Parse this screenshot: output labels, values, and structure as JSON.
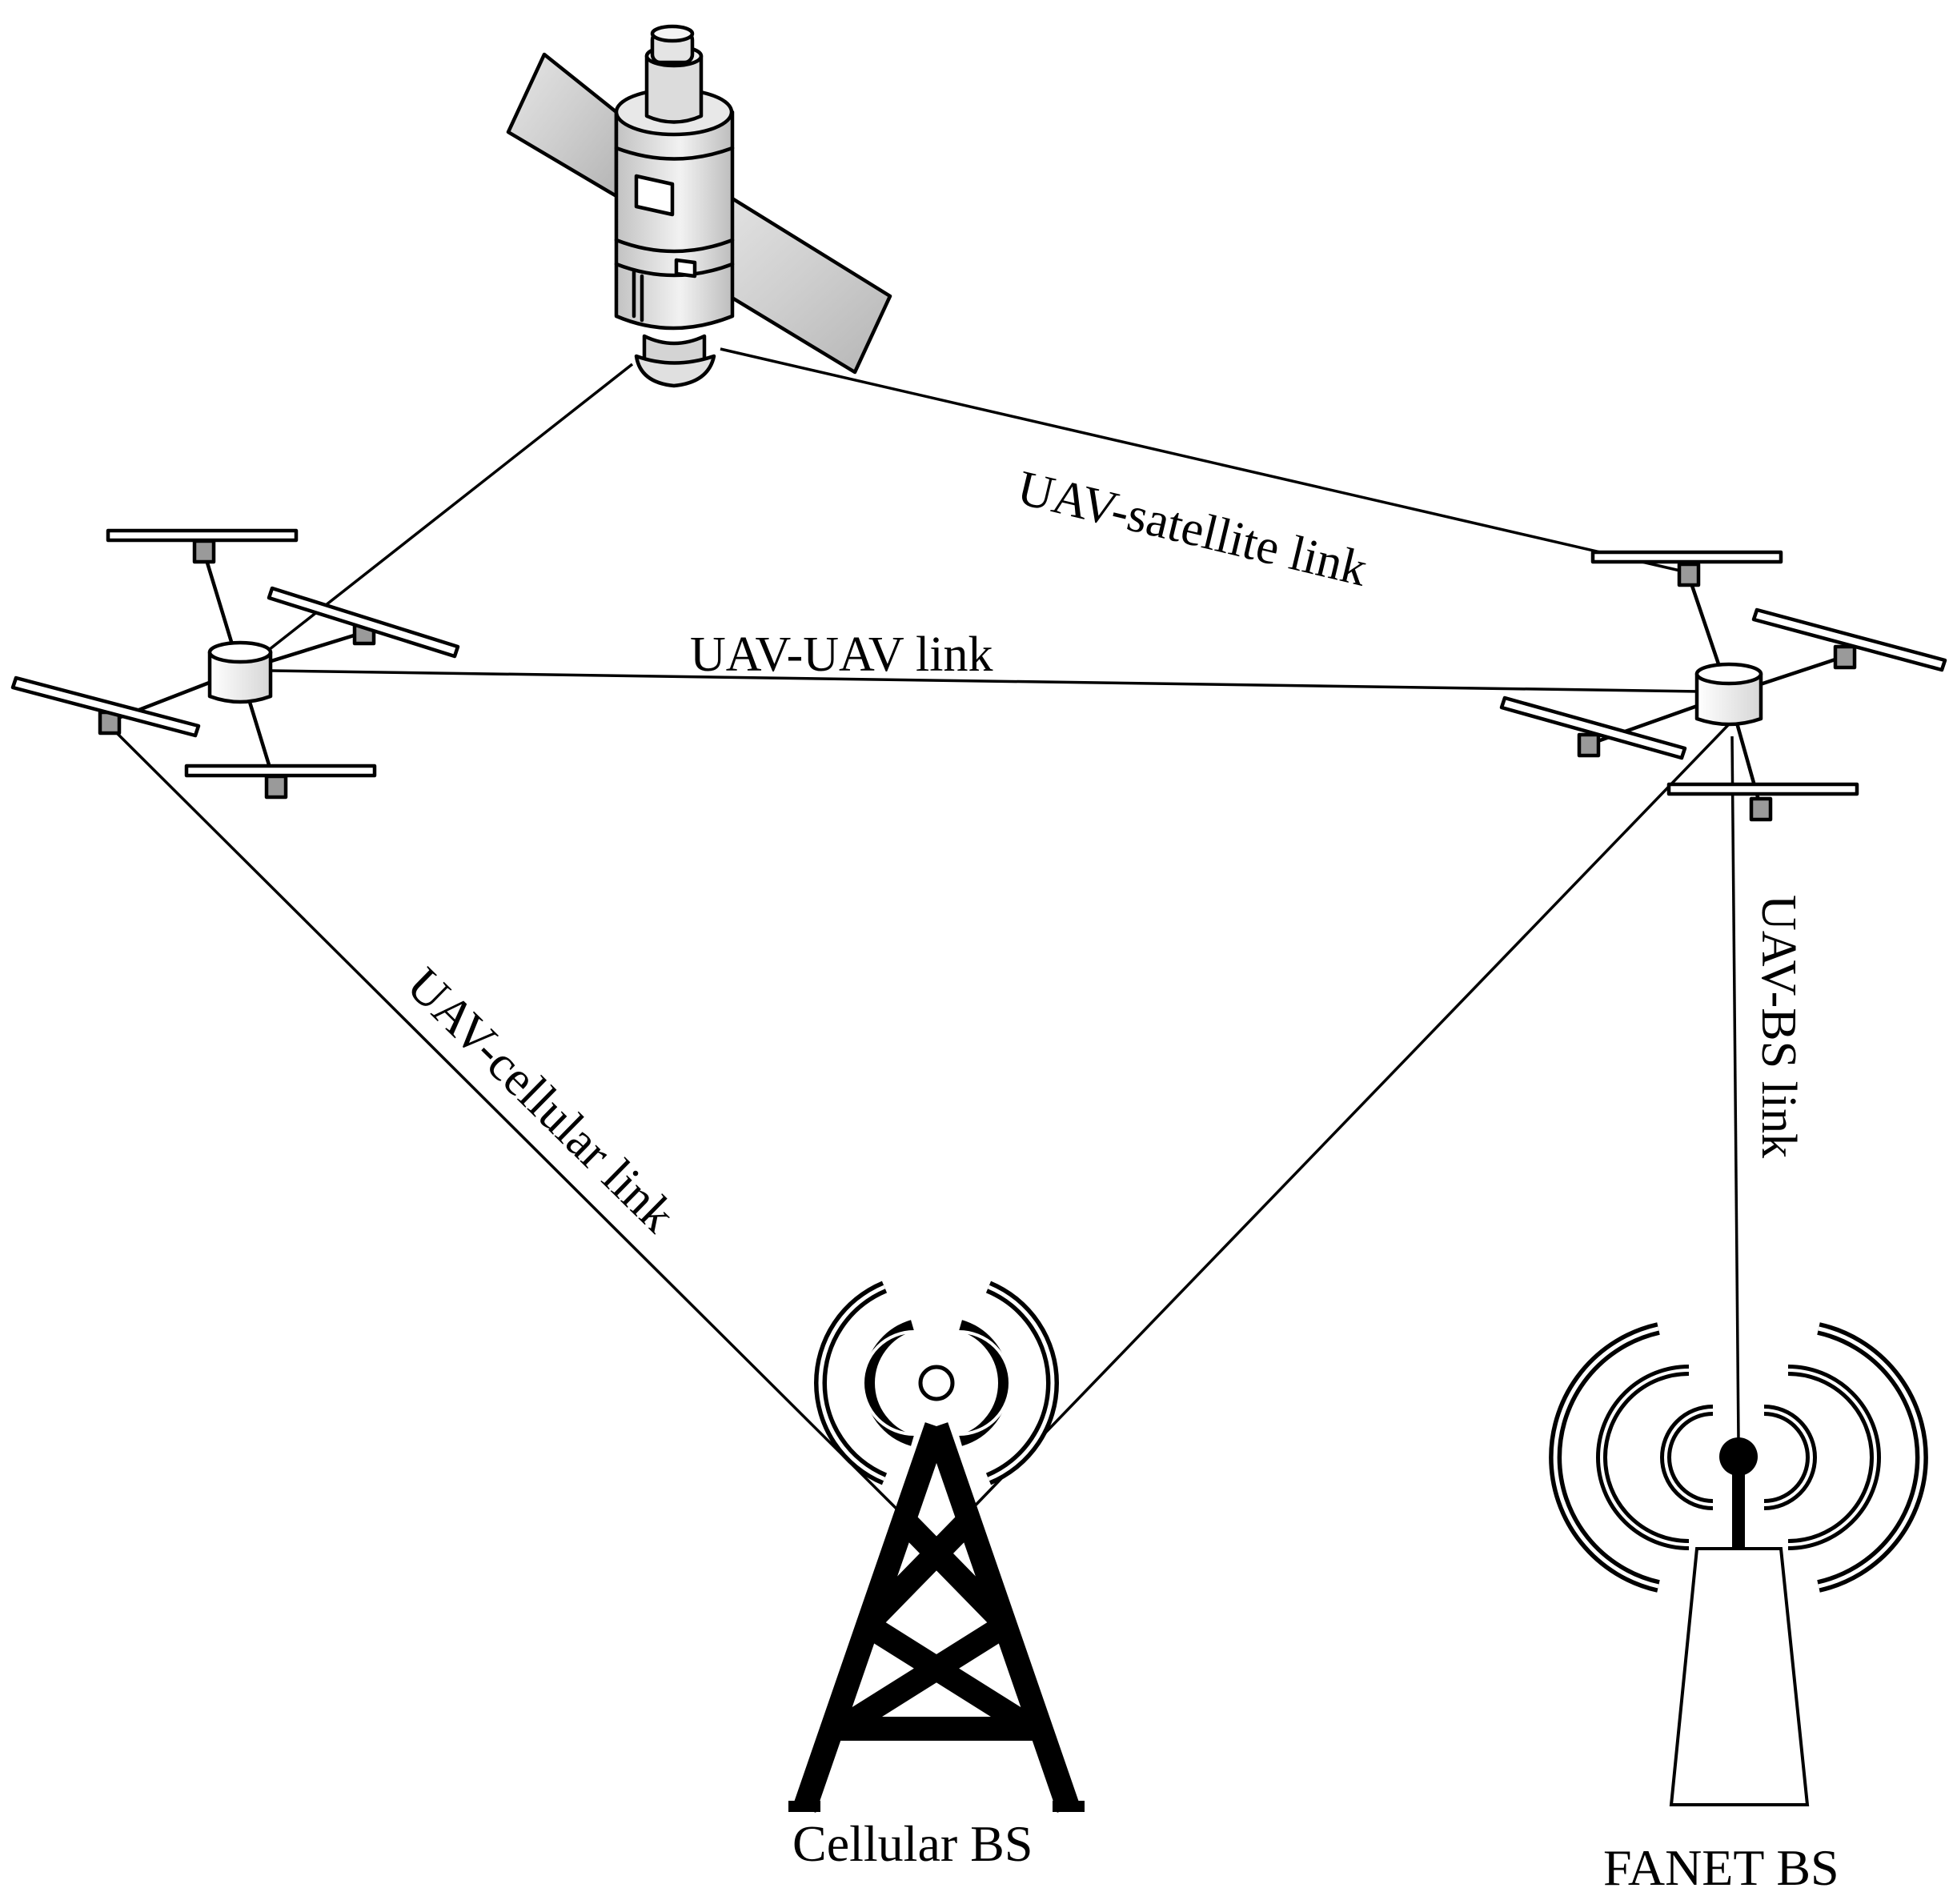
{
  "links": {
    "uav_satellite": "UAV-satellite link",
    "uav_uav": "UAV-UAV link",
    "uav_cellular": "UAV-cellular link",
    "uav_bs": "UAV-BS link"
  },
  "nodes": {
    "cellular_bs": "Cellular BS",
    "fanet_bs": "FANET BS"
  },
  "icons": [
    "satellite-icon",
    "uav-icon",
    "cell-tower-icon",
    "fanet-tower-icon"
  ],
  "colors": {
    "stroke": "#000000",
    "satellite_fill": "#d9d9d9",
    "background": "#ffffff"
  }
}
